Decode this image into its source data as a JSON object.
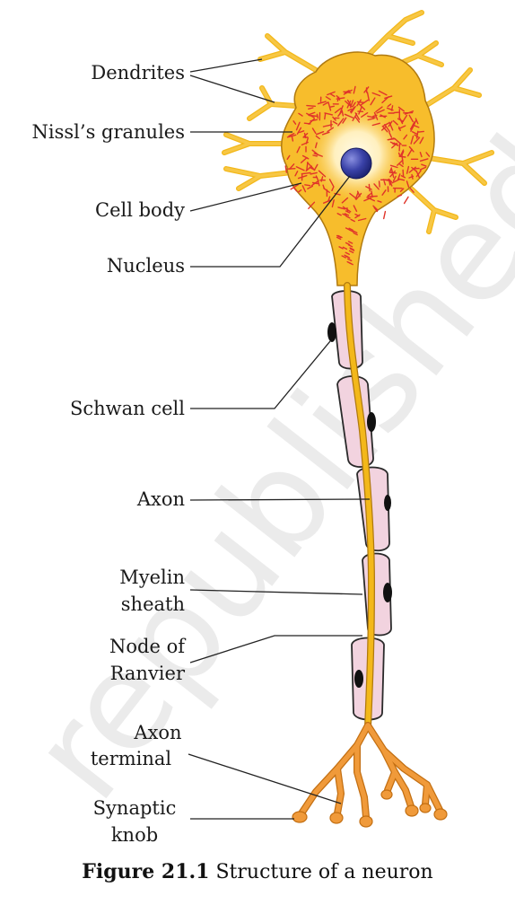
{
  "watermark": "republished",
  "labels": {
    "dendrites": "Dendrites",
    "nissl_granules": "Nissl’s granules",
    "cell_body": "Cell body",
    "nucleus": "Nucleus",
    "schwan_cell": "Schwan cell",
    "axon": "Axon",
    "myelin_sheath": [
      "Myelin",
      "sheath"
    ],
    "node_of_ranvier": [
      "Node of",
      "Ranvier"
    ],
    "axon_terminal": [
      "Axon",
      "terminal"
    ],
    "synaptic_knob": [
      "Synaptic",
      "knob"
    ]
  },
  "caption": {
    "figure_number": "Figure 21.1",
    "text": "Structure of a neuron"
  },
  "colors": {
    "cell_body": "#f7bd2c",
    "cell_glow": "#fff6dc",
    "nissl": "#e0342a",
    "nucleus": "#2d3590",
    "axon": "#f3b81a",
    "myelin": "#f2d3df",
    "terminal": "#f09a3a"
  }
}
